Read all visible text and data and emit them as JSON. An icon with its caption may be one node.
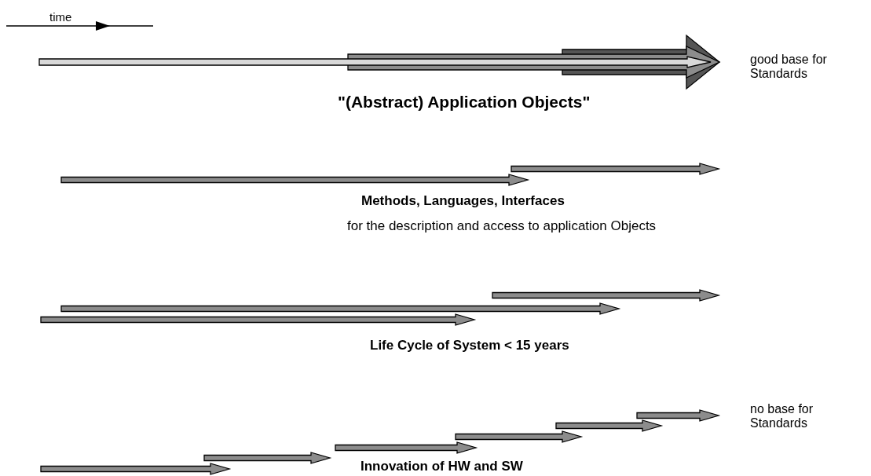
{
  "diagram": {
    "labels": [
      "time",
      "good base for Standards",
      "\"(Abstract) Application Objects\"",
      "Methods, Languages, Interfaces",
      "for the description and access to application Objects",
      "Life Cycle of System < 15 years",
      "no base for Standards",
      "Innovation of HW and SW"
    ]
  }
}
